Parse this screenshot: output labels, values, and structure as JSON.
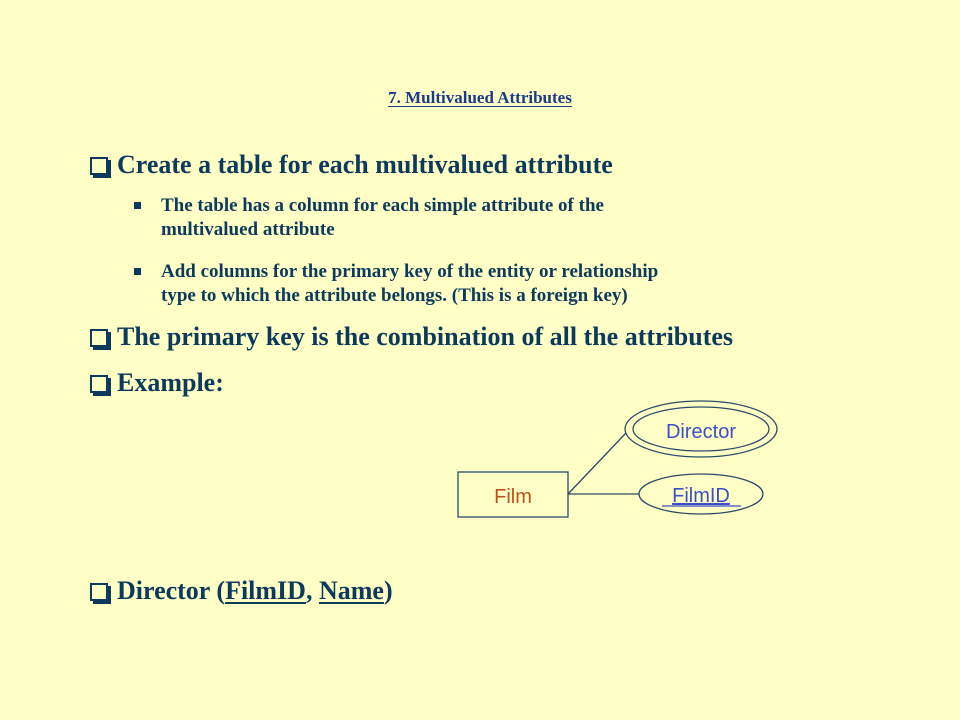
{
  "slide": {
    "title": "7. Multivalued Attributes",
    "bullet_create": "Create a table for each multivalued attribute",
    "sub_bullets": [
      [
        "The table has a column for each simple attribute of the",
        "multivalued attribute"
      ],
      [
        "Add columns for the primary key of the entity or relationship",
        "type to which the attribute belongs. (This is a foreign key)"
      ]
    ],
    "bullet_primary_key": "The primary key is the combination of all the attributes",
    "bullet_example": "Example:",
    "relation": {
      "name": "Director",
      "open_paren": " (",
      "attr1": "FilmID",
      "separator": ", ",
      "attr2": "Name",
      "close_paren": ")"
    }
  },
  "diagram": {
    "entity_label": "Film",
    "multivalued_attribute_label": "Director",
    "key_attribute_label": "FilmID"
  },
  "colors": {
    "background": "#FFFFC6",
    "text": "#0B3A5C",
    "title": "#1A3A8C",
    "entity_text": "#C0501A",
    "attribute_text": "#3A4FC8"
  }
}
